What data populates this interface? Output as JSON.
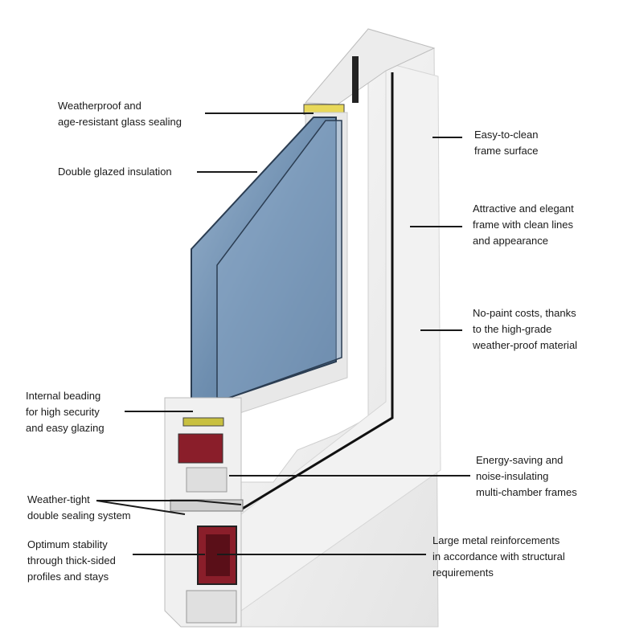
{
  "labels": {
    "glass_sealing": [
      "Weatherproof and",
      "age-resistant glass sealing"
    ],
    "double_glazed": [
      "Double glazed insulation"
    ],
    "internal_beading": [
      "Internal beading",
      "for high security",
      "and easy glazing"
    ],
    "double_sealing": [
      "Weather-tight",
      "double sealing system"
    ],
    "stability": [
      "Optimum stability",
      "through thick-sided",
      "profiles and stays"
    ],
    "easy_clean": [
      "Easy-to-clean",
      "frame surface"
    ],
    "elegant_frame": [
      "Attractive and elegant",
      "frame with clean lines",
      "and appearance"
    ],
    "no_paint": [
      "No-paint costs, thanks",
      "to the high-grade",
      "weather-proof material"
    ],
    "energy_saving": [
      "Energy-saving and",
      "noise-insulating",
      "multi-chamber frames"
    ],
    "metal_reinforcement": [
      "Large metal reinforcements",
      "in accordance with structural",
      "requirements"
    ]
  },
  "colors": {
    "frame_white": "#f4f4f4",
    "frame_shade": "#e2e2e2",
    "glass_blue": "#6f8fb0",
    "glass_light": "#a9bfd6",
    "reinforcement_red": "#8a1e2a",
    "gasket_black": "#1a1a1a",
    "label_text": "#1a1a1a"
  }
}
